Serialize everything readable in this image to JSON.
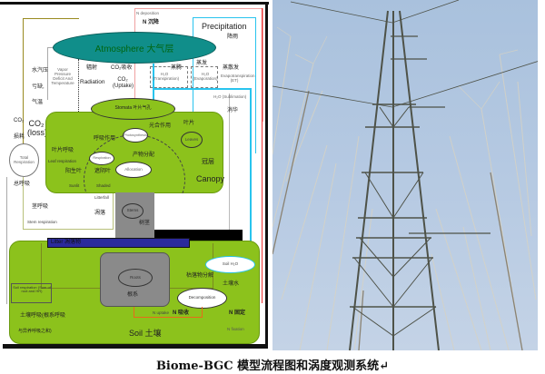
{
  "diagram": {
    "atmosphere": "Atmosphere  大气层",
    "n_deposition": "N deposition",
    "n_deposition_cn": "N 沉降",
    "precipitation": "Precipitation",
    "precipitation_cn": "降雨",
    "vapor_cn": [
      "水汽压",
      "亏缺,",
      "气温"
    ],
    "vapor": "Vapor Pressure Deficit And Temperature",
    "radiation_cn": "辐射",
    "radiation": "Radiation",
    "co2_uptake_cn": "CO₂吸收",
    "co2_uptake": "CO₂ (Uptake)",
    "transpiration_cn": "蒸腾",
    "transpiration": "H₂O (Transpiration)",
    "evaporation_cn": "蒸发",
    "evaporation": "H₂O (Evaporation)",
    "et_cn": "蒸散发",
    "et": "Evapotranspiration (ET)",
    "sublimation": "H₂O (Sublimation)",
    "sublimation_cn": "消华",
    "stomata": "Stomata  叶片气孔",
    "co2_loss_cn": [
      "CO₂",
      "损耗"
    ],
    "co2_loss": "CO₂ (loss)",
    "total_respiration": "Total Respiration",
    "total_respiration_cn": "总呼吸",
    "photosynthesis_cn": "光合作用",
    "photosynthesis": "Photosynthesis",
    "leaves_cn": "叶片",
    "leaves": "Leaves",
    "respiration_cn": "呼吸作用",
    "respiration": "Respiration",
    "leaf_respiration_cn": "叶片呼吸",
    "leaf_respiration": "Leaf respiration",
    "allocation_cn": "产物分配",
    "allocation": "Allocation",
    "sunlit_cn": "阳生叶",
    "sunlit": "Sunlit",
    "shaded_cn": "遮阴叶",
    "shaded": "Shaded",
    "canopy_cn": "冠层",
    "canopy": "Canopy",
    "litterfall": "Litterfall",
    "litterfall_cn": "凋落",
    "stem_respiration_cn": "茎呼吸",
    "stem_respiration": "Stem respiration",
    "stems": "Stems",
    "stems_cn": "树茎",
    "litter": "Litter  凋落物",
    "roots": "Roots",
    "roots_cn": "根系",
    "soil_h2o": "Soil H₂O",
    "soil_water_cn": "土壤水",
    "decomp_cn": "枯落物分解",
    "decomposition": "Decomposition",
    "soil_respiration": "Soil respiration (Sum of root and HR)",
    "soil_resp_cn": "土壤呼吸(根系呼吸",
    "soil_resp_cn2": "与异养呼吸之和)",
    "n_uptake": "N uptake",
    "n_uptake_cn": "N 吸收",
    "n_fixation_cn": "N 固定",
    "n_fixation": "N fixation",
    "soil": "Soil   土壤"
  },
  "caption": "Biome-BGC 模型流程图和涡度观测系统↵",
  "colors": {
    "atmosphere": "#108e8a",
    "canopy": "#8cc21c",
    "trunk": "#8a8a8a",
    "litter": "#2b2a9c",
    "water": "#29c4ee",
    "nitrogen": "#f08a8a"
  }
}
